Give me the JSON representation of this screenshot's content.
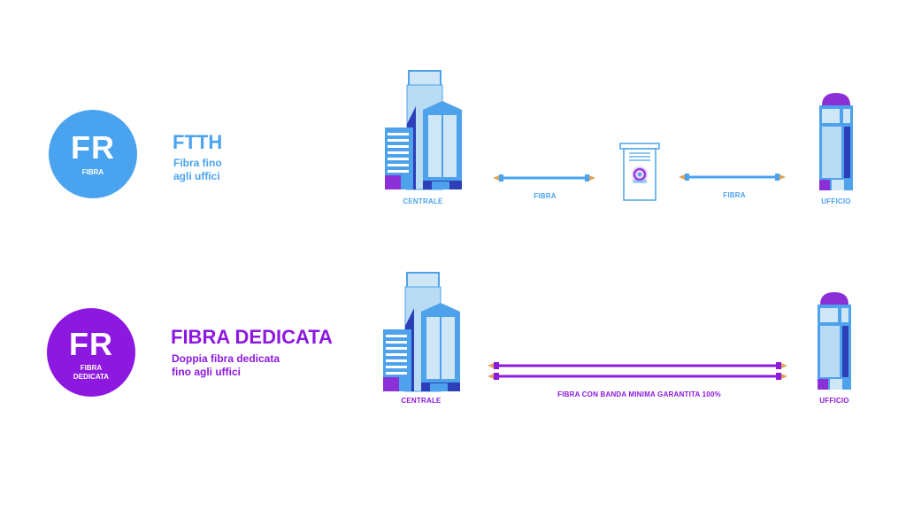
{
  "colors": {
    "ftth": "#4aa3ee",
    "dedicata": "#8d18e0",
    "cable_tip": "#e0a35c",
    "building_dark": "#2c3fb8",
    "building_blue": "#4ea2ec",
    "building_light": "#cfe6f7",
    "building_purple": "#8b2fd6"
  },
  "rows": [
    {
      "badge": {
        "code": "FR",
        "sub_lines": [
          "FIBRA"
        ]
      },
      "title": "FTTH",
      "desc_lines": [
        "Fibra fino",
        "agli uffici"
      ],
      "labels": {
        "left": "CENTRALE",
        "cable1": "FIBRA",
        "cable2": "FIBRA",
        "right": "UFFICIO"
      }
    },
    {
      "badge": {
        "code": "FR",
        "sub_lines": [
          "FIBRA",
          "DEDICATA"
        ]
      },
      "title": "FIBRA DEDICATA",
      "desc_lines": [
        "Doppia fibra dedicata",
        "fino agli uffici"
      ],
      "labels": {
        "left": "CENTRALE",
        "cable": "FIBRA CON BANDA MINIMA GARANTITA 100%",
        "right": "UFFICIO"
      }
    }
  ],
  "icons": [
    "central-office-building-icon",
    "fiber-cable-icon",
    "street-cabinet-icon",
    "office-building-icon"
  ]
}
